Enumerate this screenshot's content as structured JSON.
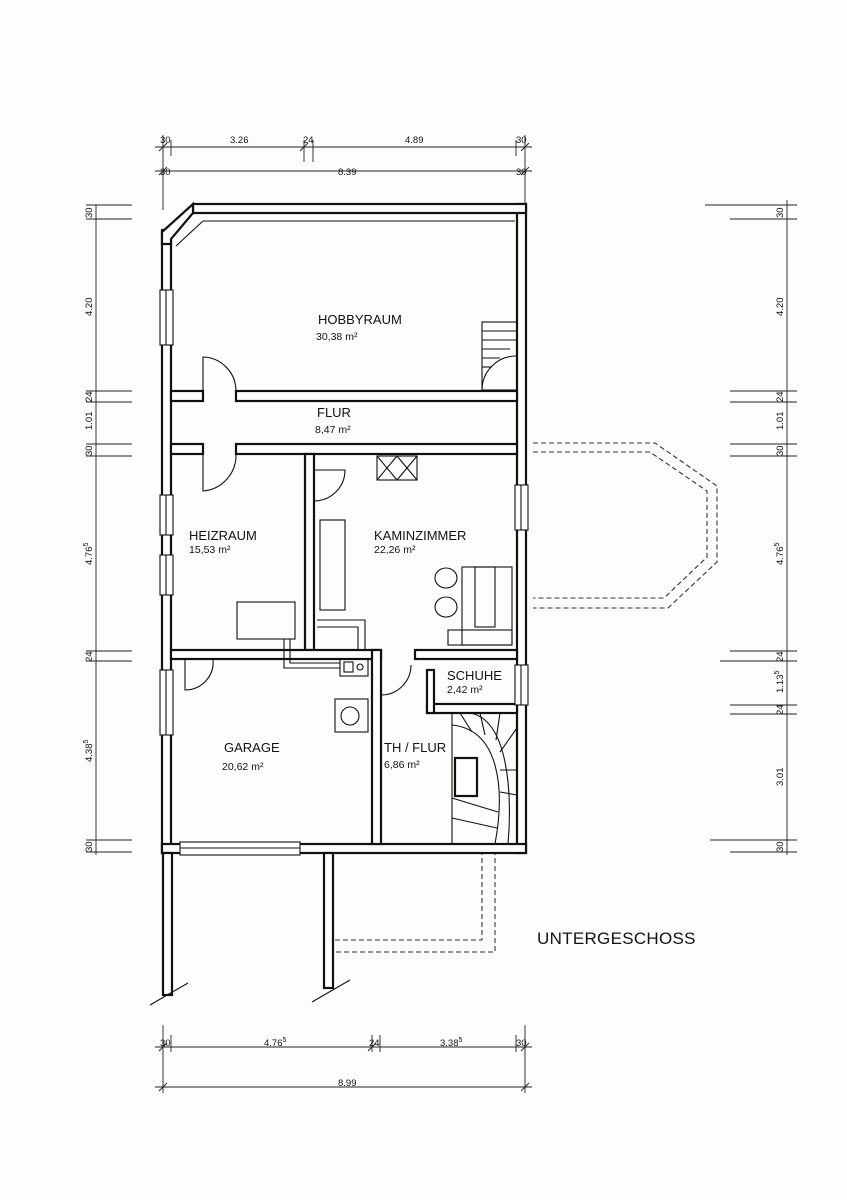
{
  "plan_title": "UNTERGESCHOSS",
  "rooms": {
    "hobbyraum": {
      "name": "HOBBYRAUM",
      "area": "30,38 m²"
    },
    "flur": {
      "name": "FLUR",
      "area": "8,47 m²"
    },
    "heizraum": {
      "name": "HEIZRAUM",
      "area": "15,53 m²"
    },
    "kaminzimmer": {
      "name": "KAMINZIMMER",
      "area": "22,26 m²"
    },
    "schuhe": {
      "name": "SCHUHE",
      "area": "2,42 m²"
    },
    "garage": {
      "name": "GARAGE",
      "area": "20,62 m²"
    },
    "thflur": {
      "name": "TH / FLUR",
      "area": "6,86 m²"
    }
  },
  "dims_top_row1": {
    "a": "30",
    "b": "3.26",
    "c": "24",
    "d": "4.89",
    "e": "30"
  },
  "dims_top_row2": {
    "a": "30",
    "b": "8.39",
    "c": "30"
  },
  "dims_left": {
    "a": "30",
    "b": "4.20",
    "c": "24",
    "d": "1.01",
    "e": "30",
    "f_base": "4.76",
    "f_sup": "5",
    "g": "24",
    "h_base": "4.38",
    "h_sup": "5",
    "i": "30"
  },
  "dims_right": {
    "a": "30",
    "b": "4.20",
    "c": "24",
    "d": "1.01",
    "e": "30",
    "f_base": "4.76",
    "f_sup": "5",
    "g_base": "1.13",
    "g_sup": "5",
    "h": "24",
    "i": "24",
    "j": "3.01",
    "k": "30"
  },
  "dims_bottom_row1": {
    "a": "30",
    "b_base": "4.76",
    "b_sup": "5",
    "c": "24",
    "d_base": "3.38",
    "d_sup": "5",
    "e": "30"
  },
  "dims_bottom_row2": {
    "a": "8.99"
  }
}
